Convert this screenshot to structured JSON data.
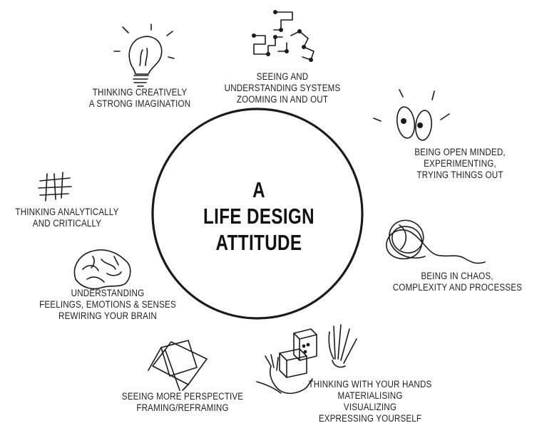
{
  "center": {
    "lines": [
      "A",
      "LIFE DESIGN",
      "ATTITUDE"
    ]
  },
  "attitudes": [
    {
      "icon": "lightbulb-icon",
      "lines": [
        "THINKING CREATIVELY",
        "A STRONG IMAGINATION"
      ]
    },
    {
      "icon": "systems-network-icon",
      "lines": [
        "SEEING AND",
        "UNDERSTANDING  SYSTEMS",
        "ZOOMING IN AND OUT"
      ]
    },
    {
      "icon": "eyes-icon",
      "lines": [
        "BEING OPEN MINDED,",
        "EXPERIMENTING,",
        "TRYING THINGS OUT"
      ]
    },
    {
      "icon": "scribble-chaos-icon",
      "lines": [
        "BEING IN CHAOS,",
        "COMPLEXITY AND PROCESSES"
      ]
    },
    {
      "icon": "hands-cubes-icon",
      "lines": [
        "THINKING WITH YOUR HANDS",
        "MATERIALISING",
        "VISUALIZING",
        "EXPRESSING YOURSELF"
      ]
    },
    {
      "icon": "perspective-squares-icon",
      "lines": [
        "SEEING MORE PERSPECTIVE",
        "FRAMING/REFRAMING"
      ]
    },
    {
      "icon": "brain-icon",
      "lines": [
        "UNDERSTANDING",
        "FEELINGS, EMOTIONS & SENSES",
        "REWIRING YOUR BRAIN"
      ]
    },
    {
      "icon": "grid-icon",
      "lines": [
        "THINKING ANALYTICALLY",
        "AND CRITICALLY"
      ]
    }
  ],
  "colors": {
    "ink": "#1a1a1a",
    "background": "#ffffff"
  }
}
